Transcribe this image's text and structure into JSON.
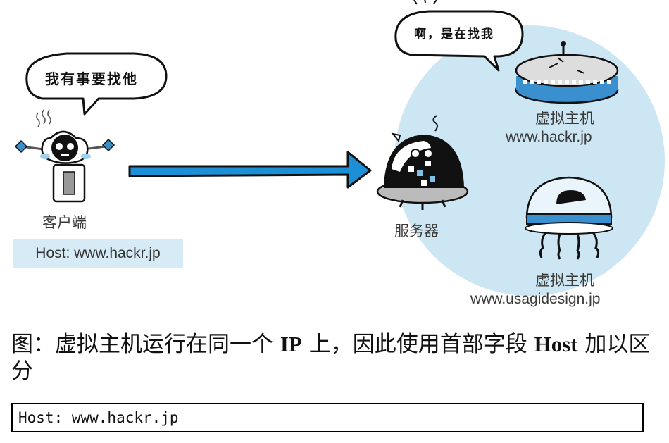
{
  "diagram": {
    "client_bubble": "我有事要找他",
    "server_bubble": "啊，是在找我",
    "client_label": "客户端",
    "client_host_header": "Host: www.hackr.jp",
    "server_label": "服务器",
    "vhost1": {
      "title": "虚拟主机",
      "domain": "www.hackr.jp"
    },
    "vhost2": {
      "title": "虚拟主机",
      "domain": "www.usagidesign.jp"
    },
    "colors": {
      "arrow": "#1d8fd6",
      "server_circle": "#cde6f3",
      "host_box": "#d7ebf7"
    }
  },
  "caption": {
    "prefix": "图：虚拟主机运行在同一个 ",
    "ip": "IP",
    "middle": " 上，因此使用首部字段 ",
    "host": "Host",
    "suffix": " 加以区分"
  },
  "code": "Host: www.hackr.jp"
}
